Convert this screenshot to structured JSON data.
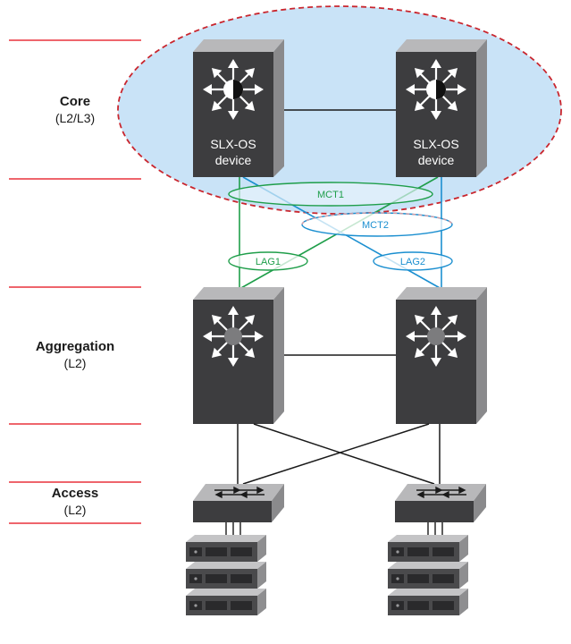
{
  "tiers": [
    {
      "title": "Core",
      "subtitle": "(L2/L3)"
    },
    {
      "title": "Aggregation",
      "subtitle": "(L2)"
    },
    {
      "title": "Access",
      "subtitle": "(L2)"
    }
  ],
  "core_devices": [
    {
      "line1": "SLX-OS",
      "line2": "device"
    },
    {
      "line1": "SLX-OS",
      "line2": "device"
    }
  ],
  "bundles": {
    "mct1": "MCT1",
    "mct2": "MCT2",
    "lag1": "LAG1",
    "lag2": "LAG2"
  },
  "colors": {
    "tier_divider": "#e8323c",
    "core_region_fill": "#c9e3f7",
    "core_region_border": "#c9262e",
    "green_link": "#1f9e4a",
    "blue_link": "#1b8fd0",
    "device_face": "#3d3d3f",
    "device_side": "#8a8a8c",
    "device_top": "#b8b8ba"
  },
  "icons": {
    "core_device": "l3-switch-icon",
    "aggregation_device": "l2-switch-icon",
    "access_device": "workgroup-switch-icon",
    "server": "server-icon"
  }
}
